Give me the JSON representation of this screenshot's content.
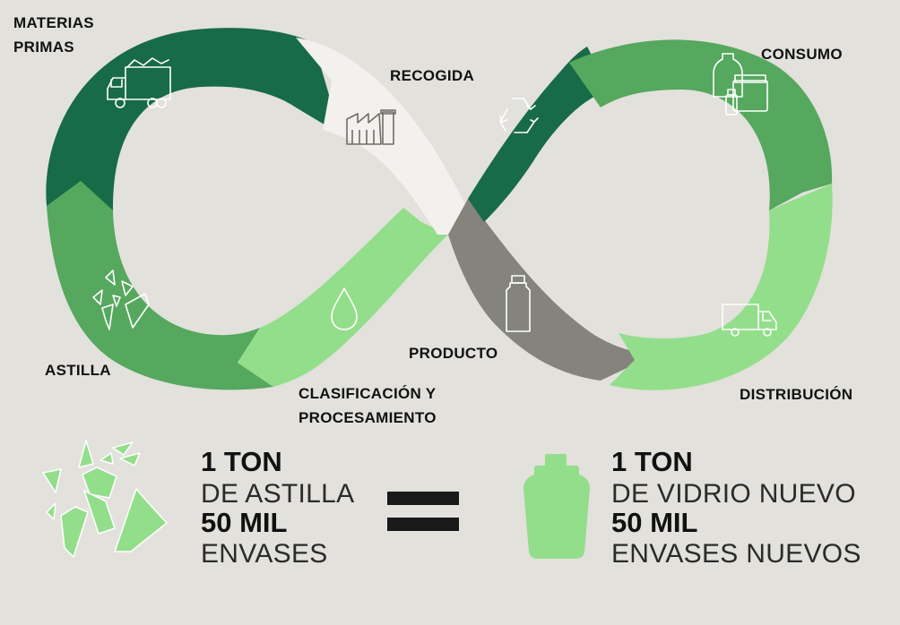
{
  "cycle": {
    "stages": [
      "MATERIAS PRIMAS",
      "RECOGIDA",
      "CONSUMO",
      "DISTRIBUCIÓN",
      "PRODUCTO",
      "CLASIFICACIÓN Y PROCESAMIENTO",
      "ASTILLA"
    ],
    "label_lines": {
      "materias_1": "MATERIAS",
      "materias_2": "PRIMAS",
      "recogida": "RECOGIDA",
      "consumo": "CONSUMO",
      "distribucion": "DISTRIBUCIÓN",
      "producto": "PRODUCTO",
      "clasificacion_1": "CLASIFICACIÓN Y",
      "clasificacion_2": "PROCESAMIENTO",
      "astilla": "ASTILLA"
    },
    "icons": [
      "truck-loaded-icon",
      "factory-icon",
      "recycle-icon",
      "jars-icon",
      "delivery-truck-icon",
      "bottle-icon",
      "drop-icon",
      "glass-shards-icon"
    ]
  },
  "equivalence": {
    "left": {
      "line1": "1 TON",
      "line2": "DE ASTILLA",
      "line3": "50 MIL",
      "line4": "ENVASES"
    },
    "right": {
      "line1": "1 TON",
      "line2": "DE VIDRIO NUEVO",
      "line3": "50 MIL",
      "line4": "ENVASES NUEVOS"
    },
    "symbol": "equals-sign"
  },
  "colors": {
    "background": "#e2e1dc",
    "dark_green": "#176b47",
    "medium_green": "#55a85e",
    "light_green": "#93de8a",
    "light_gray": "#f2f1ee",
    "dark_gray": "#84847c"
  }
}
